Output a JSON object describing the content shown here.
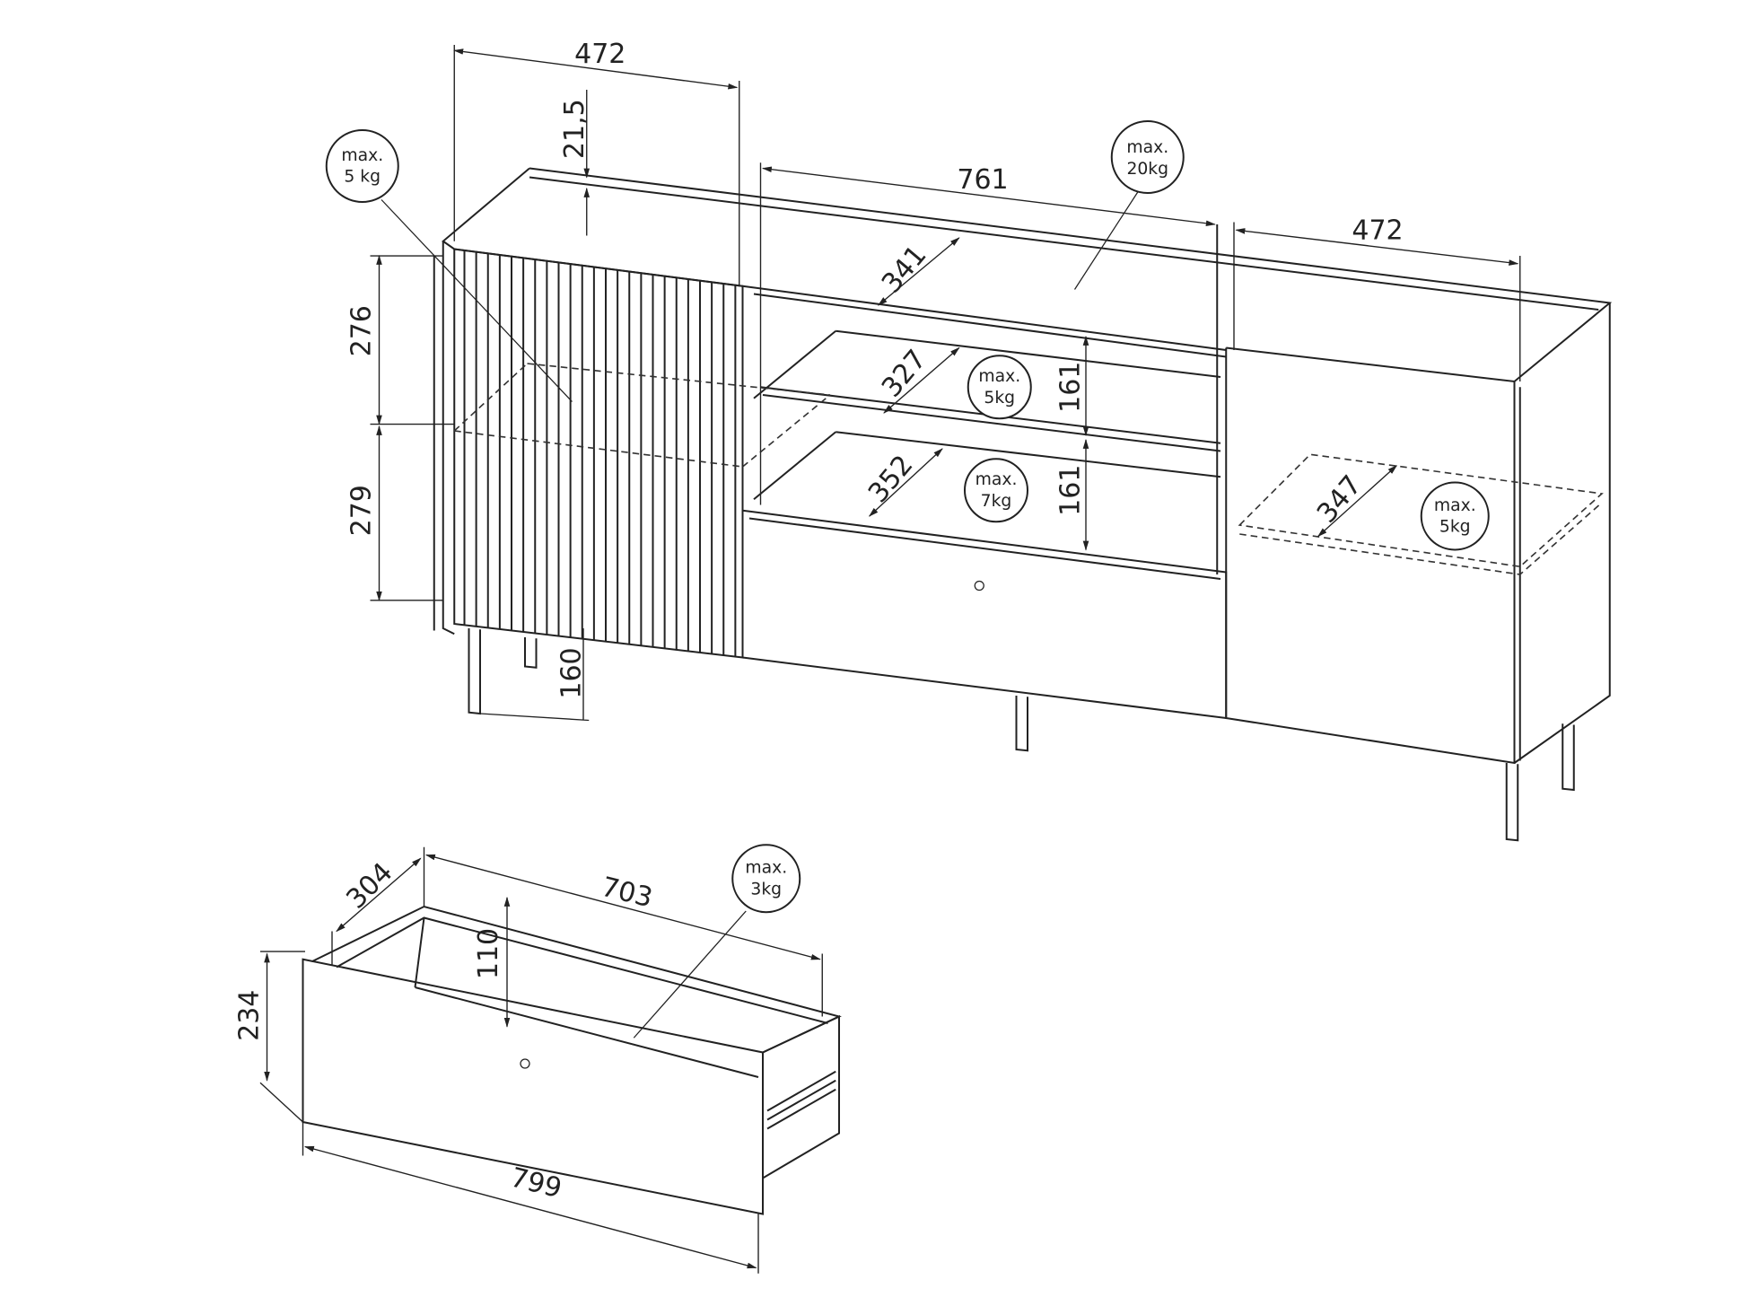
{
  "drawing": {
    "sideboard_dimensions": {
      "left_width": "472",
      "top_thickness": "21,5",
      "middle_width": "761",
      "right_width": "472",
      "upper_height": "276",
      "lower_height": "279",
      "leg_height": "160",
      "top_depth": "341",
      "shelf1_depth": "327",
      "shelf2_depth": "352",
      "shelf1_height": "161",
      "shelf2_height": "161",
      "right_shelf_depth": "347"
    },
    "drawer_dimensions": {
      "depth": "304",
      "inner_width": "703",
      "inner_height": "110",
      "front_height": "234",
      "front_width": "799"
    },
    "load_labels": [
      {
        "line1": "max.",
        "line2": "5 kg"
      },
      {
        "line1": "max.",
        "line2": "20kg"
      },
      {
        "line1": "max.",
        "line2": "5kg"
      },
      {
        "line1": "max.",
        "line2": "7kg"
      },
      {
        "line1": "max.",
        "line2": "5kg"
      },
      {
        "line1": "max.",
        "line2": "3kg"
      }
    ]
  }
}
